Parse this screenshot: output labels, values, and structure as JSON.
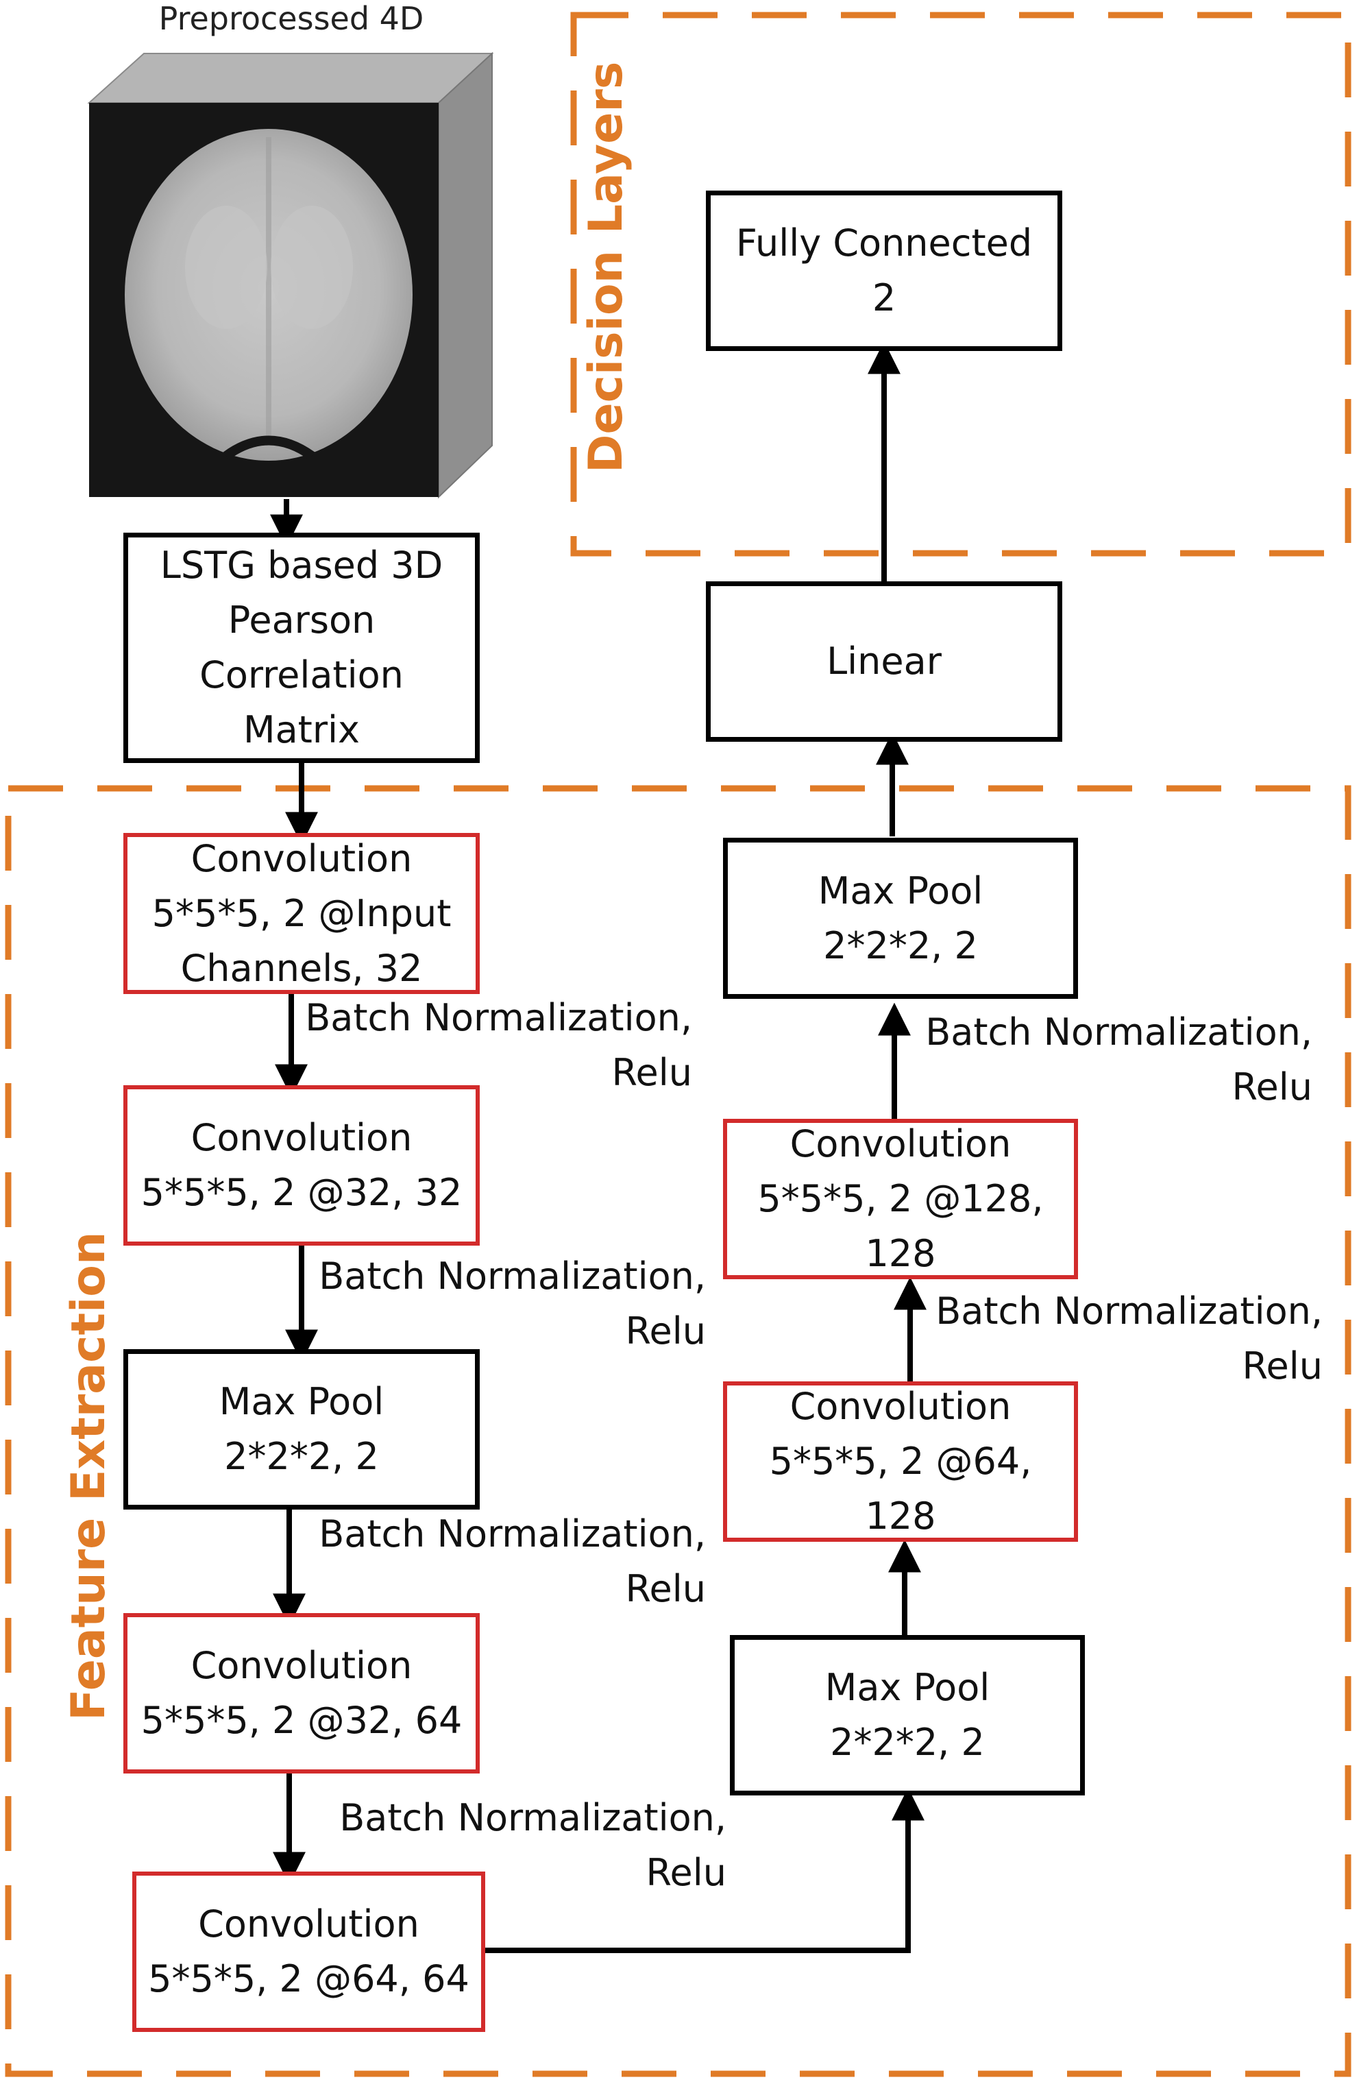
{
  "input": {
    "caption": "Preprocessed 4D"
  },
  "sections": {
    "decision": "Decision Layers",
    "feature": "Feature Extraction"
  },
  "nodes": {
    "lstg": "LSTG based 3D\nPearson\nCorrelation\nMatrix",
    "conv1": "Convolution\n5*5*5, 2 @Input\nChannels, 32",
    "conv2": "Convolution\n5*5*5, 2 @32, 32",
    "pool1": "Max Pool\n2*2*2, 2",
    "conv3": "Convolution\n5*5*5, 2 @32, 64",
    "conv4": "Convolution\n5*5*5, 2 @64, 64",
    "pool2": "Max Pool\n2*2*2, 2",
    "conv5": "Convolution\n5*5*5, 2 @64,\n128",
    "conv6": "Convolution\n5*5*5, 2 @128,\n128",
    "pool3": "Max Pool\n2*2*2, 2",
    "linear": "Linear",
    "fc": "Fully Connected\n2"
  },
  "notes": {
    "bn1": "Batch Normalization,\nRelu",
    "bn2": "Batch Normalization,\nRelu",
    "bn3": "Batch Normalization,\nRelu",
    "bn4": "Batch Normalization,\nRelu",
    "bn5": "Batch Normalization,\nRelu",
    "bn6": "Batch Normalization,\nRelu"
  },
  "colors": {
    "section_border": "#e07b27",
    "conv_border": "#d22b2b",
    "box_border": "#000000"
  }
}
